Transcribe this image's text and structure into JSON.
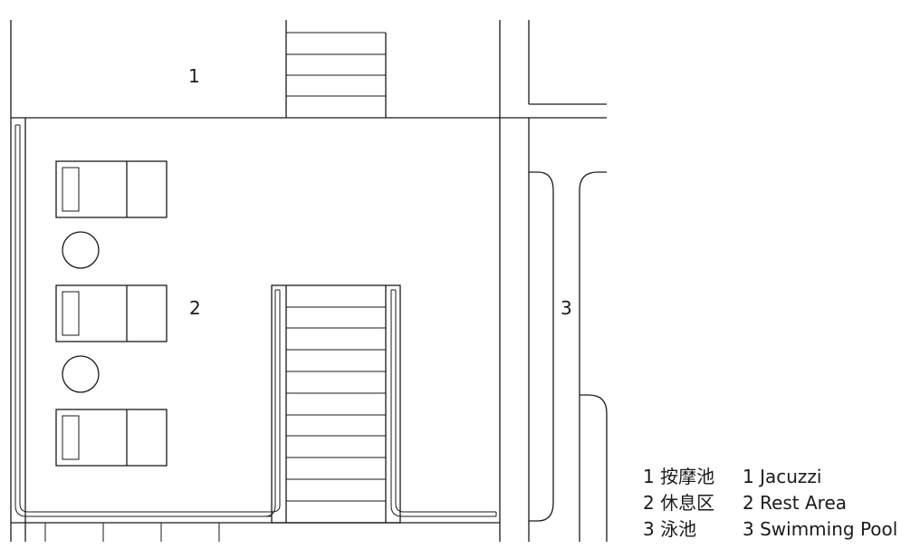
{
  "plan": {
    "zone_labels": {
      "jacuzzi": "1",
      "rest_area": "2",
      "swimming_pool": "3"
    }
  },
  "legend": {
    "rows": [
      {
        "zh": "1 按摩池",
        "en": "1 Jacuzzi"
      },
      {
        "zh": "2 休息区",
        "en": "2 Rest Area"
      },
      {
        "zh": "3 泳池",
        "en": "3 Swimming Pool"
      }
    ]
  },
  "colors": {
    "line": "#1a1a1a",
    "background": "#ffffff"
  }
}
